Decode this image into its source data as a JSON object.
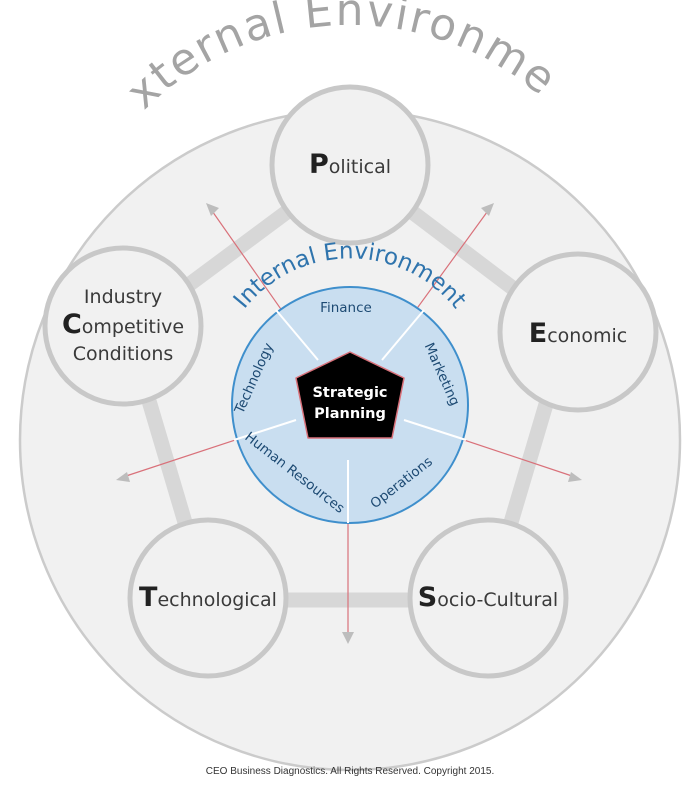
{
  "outer": {
    "title": "External Environment"
  },
  "internal": {
    "title": "Internal Environment",
    "sectors": [
      "Finance",
      "Marketing",
      "Operations",
      "Human Resources",
      "Technology"
    ]
  },
  "center": {
    "line1": "Strategic",
    "line2": "Planning"
  },
  "nodes": {
    "political": {
      "initial": "P",
      "rest": "olitical"
    },
    "economic": {
      "initial": "E",
      "rest": "conomic"
    },
    "socio_cultural": {
      "initial": "S",
      "rest": "ocio-Cultural"
    },
    "technological": {
      "initial": "T",
      "rest": "echnological"
    },
    "industry": {
      "line1": "Industry",
      "initial": "C",
      "rest": "ompetitive",
      "line3": "Conditions"
    }
  },
  "footer": "CEO Business Diagnostics. All Rights Reserved. Copyright 2015.",
  "colors": {
    "outer_fill": "#f1f1f1",
    "outer_stroke": "#cbcbcb",
    "internal_fill": "#c9def0",
    "internal_stroke": "#3f8fcc",
    "center_fill": "#000000",
    "spoke": "#d9717a"
  }
}
